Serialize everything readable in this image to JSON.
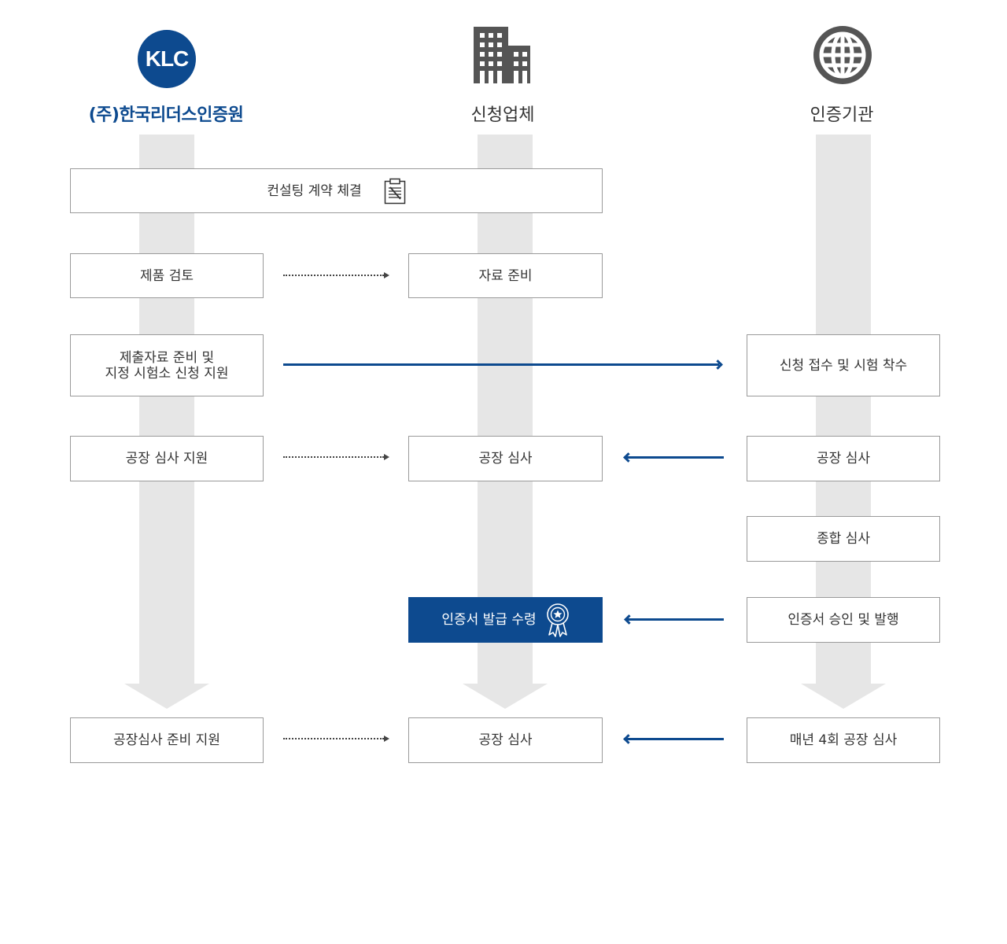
{
  "colors": {
    "brand_navy": "#0d4a8f",
    "lane_gray": "#e6e6e6",
    "box_border": "#9a9a9a",
    "text_dark": "#333333",
    "dotted_arrow": "#444444"
  },
  "header": {
    "klc": {
      "logo_text": "KLC",
      "title": "(주)한국리더스인증원"
    },
    "applicant": {
      "icon": "building-icon",
      "title": "신청업체"
    },
    "certification_body": {
      "icon": "globe-icon",
      "title": "인증기관"
    }
  },
  "steps": {
    "contract": {
      "label": "컨설팅 계약 체결",
      "icon": "clipboard-document-icon"
    },
    "product_review": {
      "label": "제품 검토"
    },
    "material_prep": {
      "label": "자료 준비"
    },
    "submission_support": {
      "label": "제출자료 준비 및\n지정 시험소 신청 지원"
    },
    "application_receipt": {
      "label": "신청 접수 및 시험 착수"
    },
    "factory_audit_support": {
      "label": "공장 심사 지원"
    },
    "factory_audit_applicant": {
      "label": "공장 심사"
    },
    "factory_audit_body": {
      "label": "공장 심사"
    },
    "comprehensive_review": {
      "label": "종합 심사"
    },
    "certificate_received": {
      "label": "인증서 발급 수령",
      "icon": "award-ribbon-icon"
    },
    "certificate_approval": {
      "label": "인증서 승인 및 발행"
    },
    "annual_audit_prep": {
      "label": "공장심사 준비 지원"
    },
    "annual_audit_applicant": {
      "label": "공장 심사"
    },
    "annual_audit_body": {
      "label": "매년 4회 공장 심사"
    }
  }
}
